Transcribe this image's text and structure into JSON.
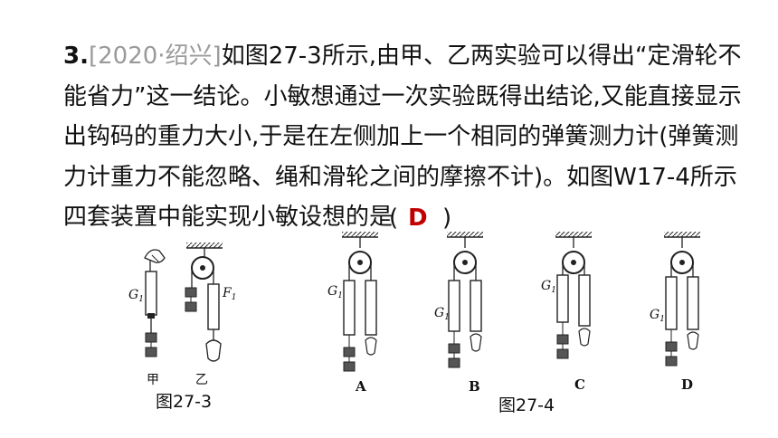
{
  "question": {
    "number": "3.",
    "source": "[2020·绍兴]",
    "body": "如图27-3所示,由甲、乙两实验可以得出“定滑轮不能省力”这一结论。小敏想通过一次实验既得出结论,又能直接显示出钩码的重力大小,于是在左侧加上一个相同的弹簧测力计(弹簧测力计重力不能忽略、绳和滑轮之间的摩擦不计)。如图W17-4所示四套装置中能实现小敏设想的是",
    "paren_open": "(",
    "answer": "D",
    "paren_close": ")"
  },
  "figure_27_3": {
    "caption": "图27-3",
    "label_jia": "甲",
    "label_yi": "乙",
    "g1": "G",
    "g1_sub": "1",
    "f1": "F",
    "f1_sub": "1"
  },
  "figure_27_4": {
    "caption": "图27-4",
    "options": [
      "A",
      "B",
      "C",
      "D"
    ],
    "g1": "G",
    "g1_sub": "1"
  }
}
